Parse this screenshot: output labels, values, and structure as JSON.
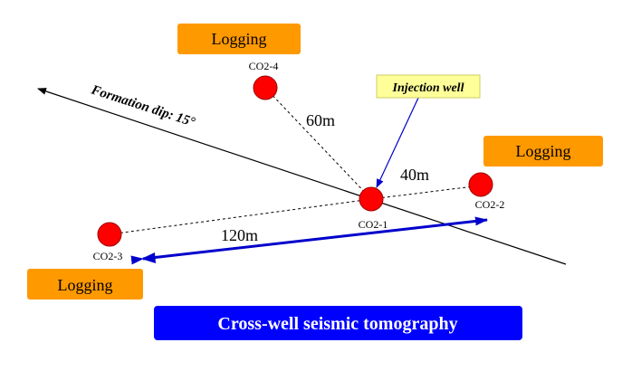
{
  "colors": {
    "logging_box": "#FF9900",
    "well_fill": "#FF0000",
    "tomography_box": "#0000FF",
    "injection_box": "#FFFF99",
    "arrow_blue": "#0000CC"
  },
  "logging": {
    "label_1": "Logging",
    "label_2": "Logging",
    "label_3": "Logging"
  },
  "wells": {
    "co2_1": "CO2-1",
    "co2_2": "CO2-2",
    "co2_3": "CO2-3",
    "co2_4": "CO2-4"
  },
  "distances": {
    "d_60": "60m",
    "d_40": "40m",
    "d_120": "120m"
  },
  "formation_dip": "Formation dip: 15°",
  "injection_well": "Injection well",
  "tomography": "Cross-well seismic tomography"
}
